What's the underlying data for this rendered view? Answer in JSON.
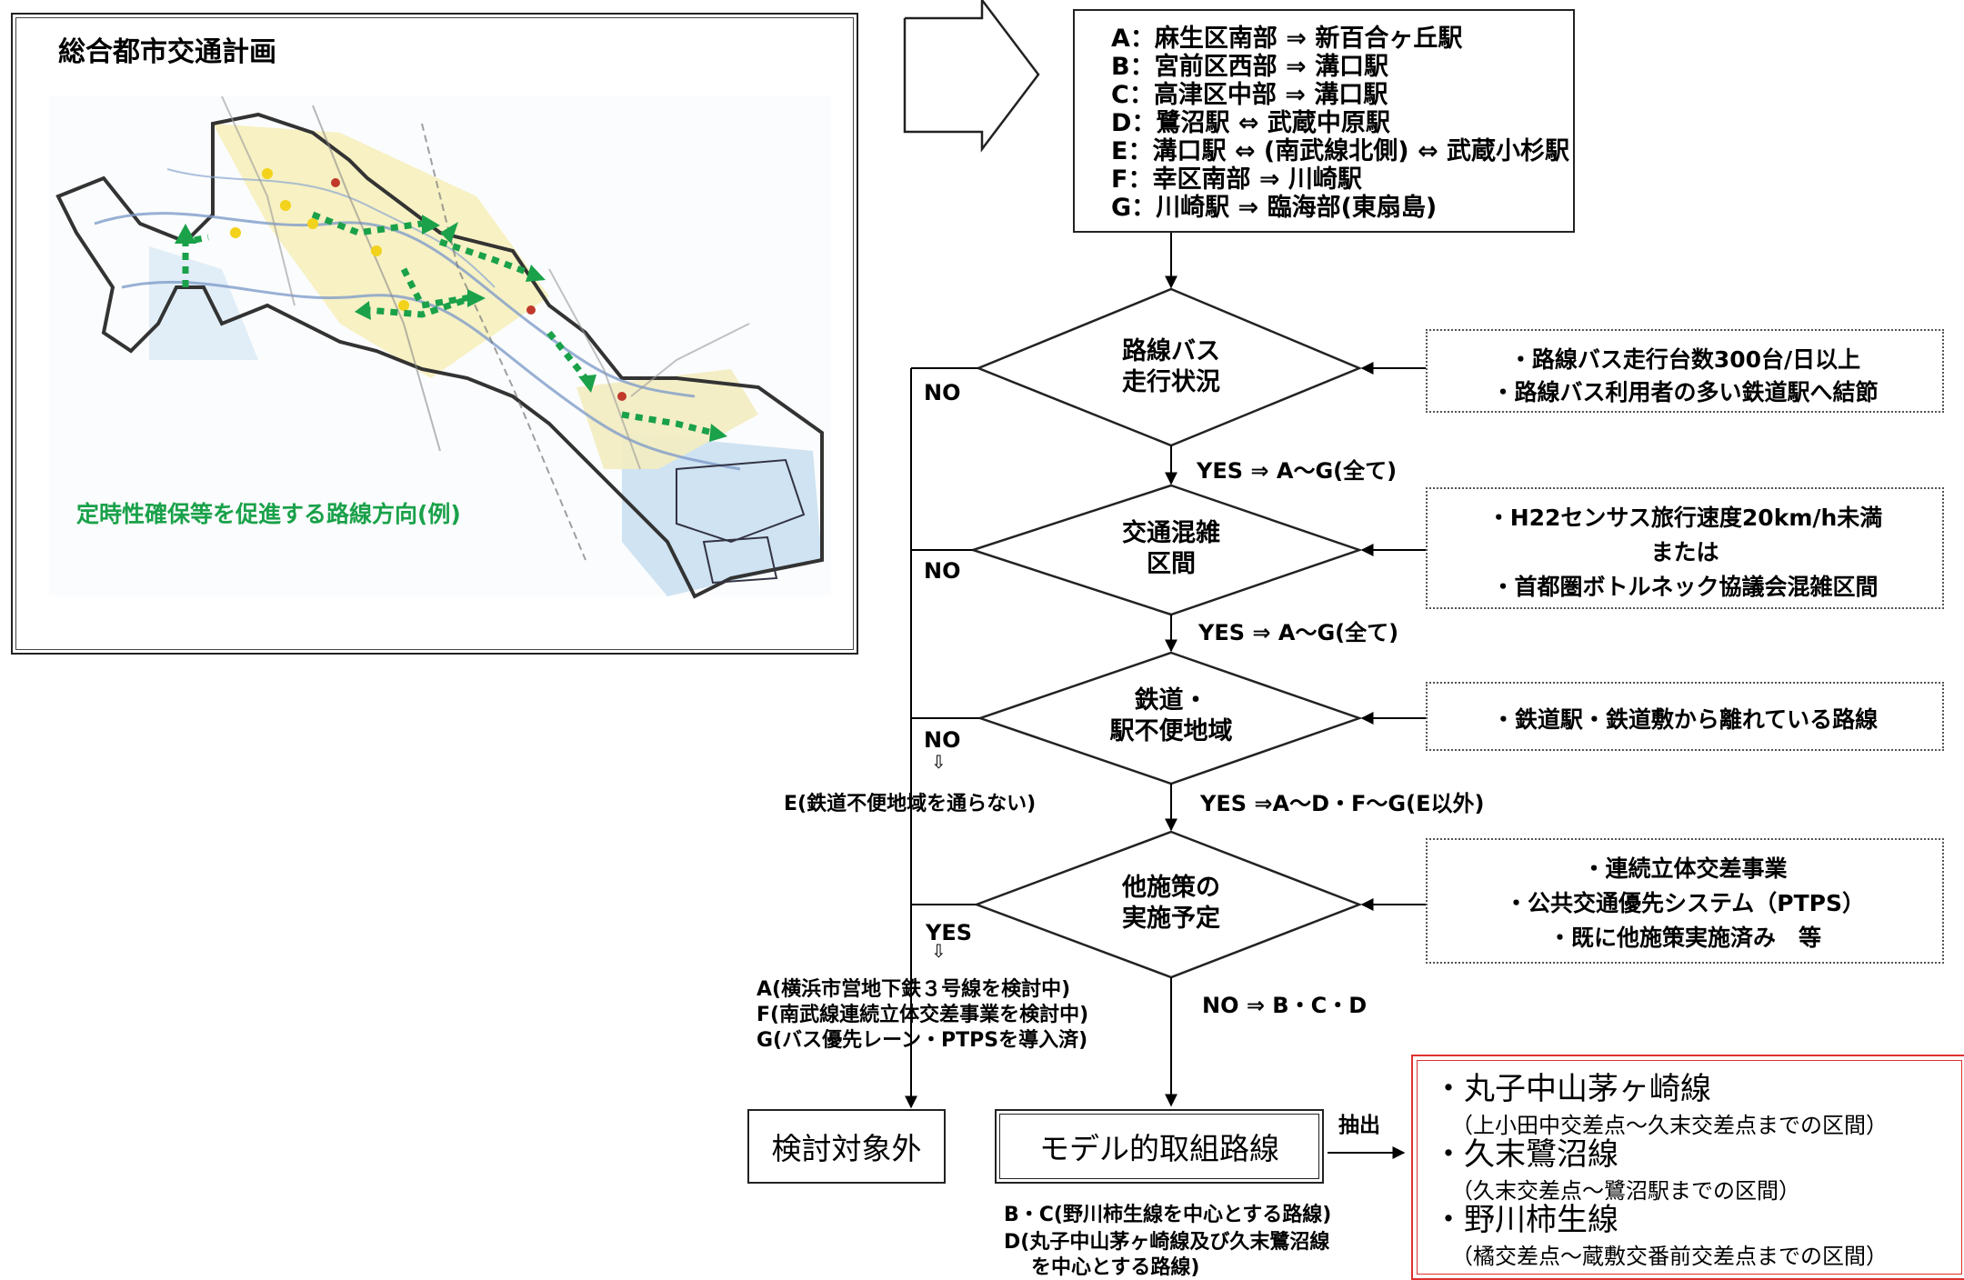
{
  "map_panel": {
    "title": "総合都市交通計画",
    "caption": "定時性確保等を促進する路線方向(例)"
  },
  "destinations": [
    "A：麻生区南部 ⇒ 新百合ヶ丘駅",
    "B：宮前区西部 ⇒ 溝口駅",
    "C：高津区中部 ⇒ 溝口駅",
    "D：鷺沼駅 ⇔ 武蔵中原駅",
    "E：溝口駅 ⇔ (南武線北側) ⇔ 武蔵小杉駅",
    "F：幸区南部 ⇒ 川崎駅",
    "G：川崎駅 ⇒ 臨海部(東扇島)"
  ],
  "conditions": [
    {
      "label_1": "路線バス",
      "label_2": "走行状況"
    },
    {
      "label_1": "交通混雑",
      "label_2": "区間"
    },
    {
      "label_1": "鉄道・",
      "label_2": "駅不便地域"
    },
    {
      "label_1": "他施策の",
      "label_2": "実施予定"
    }
  ],
  "criteria": [
    [
      "・路線バス走行台数300台/日以上",
      "・路線バス利用者の多い鉄道駅へ結節"
    ],
    [
      "・H22センサス旅行速度20km/h未満",
      "または",
      "・首都圏ボトルネック協議会混雑区間"
    ],
    [
      "・鉄道駅・鉄道敷から離れている路線"
    ],
    [
      "・連続立体交差事業",
      "・公共交通優先システム（PTPS）",
      "・既に他施策実施済み　等"
    ]
  ],
  "flow_labels": {
    "no": "NO",
    "yes": "YES",
    "yes_1": "YES ⇒ A～G(全て)",
    "yes_2": "YES ⇒ A～G(全て)",
    "yes_3": "YES ⇒A～D・F～G(E以外)",
    "no_4": "NO ⇒ B・C・D",
    "down_arrow": "⇩",
    "exclude_e": "E(鉄道不便地域を通らない)",
    "exclude_list": [
      "A(横浜市営地下鉄３号線を検討中)",
      "F(南武線連続立体交差事業を検討中)",
      "G(バス優先レーン・PTPSを導入済)"
    ],
    "extract": "抽出"
  },
  "outputs": {
    "excluded": "検討対象外",
    "model_routes": "モデル的取組路線",
    "model_notes": [
      "B・C(野川柿生線を中心とする路線)",
      "D(丸子中山茅ヶ崎線及び久末鷺沼線",
      "を中心とする路線)"
    ]
  },
  "results": [
    {
      "name": "・丸子中山茅ヶ崎線",
      "note": "（上小田中交差点～久末交差点までの区間）"
    },
    {
      "name": "・久末鷺沼線",
      "note": "（久末交差点～鷺沼駅までの区間）"
    },
    {
      "name": "・野川柿生線",
      "note": "（橘交差点～蔵敷交番前交差点までの区間）"
    }
  ],
  "colors": {
    "route_arrows": "#1aa14a",
    "result_border": "#e03030",
    "map_water": "#cfe3f2",
    "map_yellow": "#f6efb8"
  }
}
